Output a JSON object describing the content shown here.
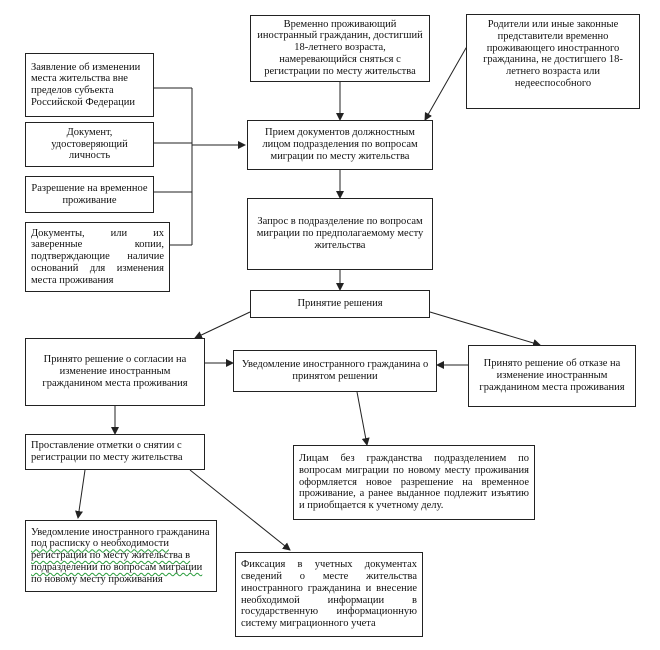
{
  "nodes": {
    "temp_resident": "Временно проживающий иностранный гражданин, достигший 18-летнего возраста, намеревающийся сняться с регистрации по месту жительства",
    "legal_reps": "Родители или иные законные представители временно проживающего иностранного гражданина, не достигшего 18-летнего возраста или недееспособного",
    "application": "Заявление об изменении места жительства вне пределов субъекта Российской Федерации",
    "id_document": "Документ, удостоверяющий личность",
    "temp_permit": "Разрешение на временное проживание",
    "supporting_docs": "Документы, или их заверенные копии, подтверждающие наличие оснований для изменения места проживания",
    "reception": "Прием документов должностным лицом подразделения по вопросам миграции по месту жительства",
    "request": "Запрос в подразделение по вопросам миграции по предполагаемому месту жительства",
    "decision": "Принятие решения",
    "approved": "Принято решение о согласии на изменение иностранным гражданином места проживания",
    "notify_decision": "Уведомление иностранного гражданина о принятом решении",
    "refused": "Принято решение об отказе на изменение иностранным гражданином места проживания",
    "mark_removal": "Проставление отметки о снятии с регистрации по месту жительства",
    "stateless": "Лицам без гражданства подразделением по вопросам миграции по новому месту проживания оформляется новое разрешение на временное проживание, а ранее выданное подлежит изъятию и приобщается к учетному делу.",
    "notify_receipt_a": "Уведомление иностранного гражданина ",
    "notify_receipt_b": "под расписку о необходимости регистрации по месту жительства в подразделении по вопросам миграции",
    "notify_receipt_c": " по новому месту проживания",
    "record_fix": "Фиксация в учетных документах сведений о месте жительства иностранного гражданина и внесение необходимой информации в государственную информационную систему миграционного учета"
  },
  "colors": {
    "border": "#222222",
    "spellcheck_underline": "#2a9d3c"
  }
}
